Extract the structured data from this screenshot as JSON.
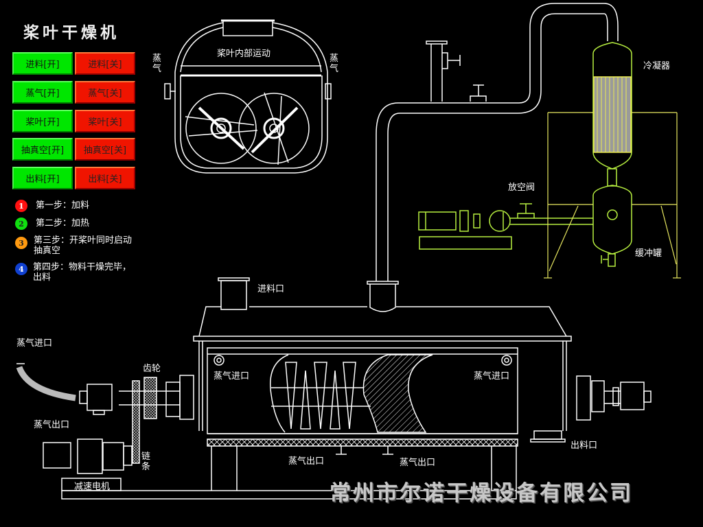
{
  "title": "桨叶干燥机",
  "controls": [
    {
      "on_label": "进料[开]",
      "off_label": "进料[关]"
    },
    {
      "on_label": "蒸气[开]",
      "off_label": "蒸气[关]"
    },
    {
      "on_label": "桨叶[开]",
      "off_label": "桨叶[关]"
    },
    {
      "on_label": "抽真空[开]",
      "off_label": "抽真空[关]"
    },
    {
      "on_label": "出料[开]",
      "off_label": "出料[关]"
    }
  ],
  "colors": {
    "on": "#00e600",
    "off": "#f01400",
    "drawing": "#ffffff",
    "vacuum_unit": "#b8f040",
    "frame": "#e8e860"
  },
  "steps": [
    {
      "number": "1",
      "color": "#ff1010",
      "text": "第一步：加料"
    },
    {
      "number": "2",
      "color": "#10e010",
      "text": "第二步：加热"
    },
    {
      "number": "3",
      "color": "#ff9a10",
      "text": "第三步：开桨叶同时启动抽真空"
    },
    {
      "number": "4",
      "color": "#1040d0",
      "text": "第四步：物料干燥完毕，出料"
    }
  ],
  "labels": {
    "paddle_motion": "桨叶内部运动",
    "steam_left": "蒸气",
    "steam_right": "蒸气",
    "condenser": "冷凝器",
    "vent_valve": "放空阀",
    "buffer_tank": "缓冲罐",
    "feed_inlet": "进料口",
    "steam_inlet_outer": "蒸气进口",
    "steam_inlet_left": "蒸气进口",
    "steam_inlet_right": "蒸气进口",
    "gear": "齿轮",
    "steam_outlet_left": "蒸气出口",
    "chain": "链条",
    "reducer_motor": "减速电机",
    "steam_outlet_1": "蒸气出口",
    "steam_outlet_2": "蒸气出口",
    "discharge_outlet": "出料口"
  },
  "company": "常州市尔诺干燥设备有限公司"
}
